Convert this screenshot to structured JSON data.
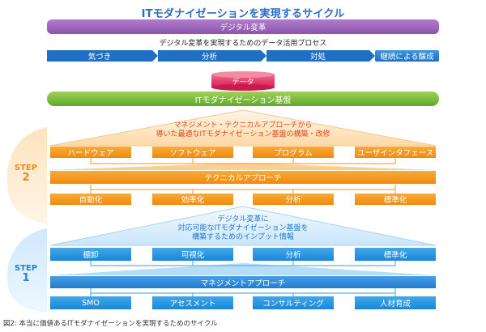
{
  "title": "ITモダナイゼーションを実現するサイクル",
  "top_band": "デジタル変革",
  "process_heading": "デジタル変革を実現するためのデータ活用プロセス",
  "process_steps": [
    "気づき",
    "分析",
    "対処",
    "継続による醸成"
  ],
  "data_label": "データ",
  "platform_label": "ITモダナイゼーション基盤",
  "step2": {
    "step_word": "STEP",
    "step_number": "2",
    "note_line1": "マネジメント・テクニカルアプローチから",
    "note_line2": "導いた最適なITモダナイゼーション基盤の構築・改修",
    "items_top": [
      "ハードウェア",
      "ソフトウェア",
      "プログラム",
      "ユーザインタフェース"
    ],
    "approach": "テクニカルアプローチ",
    "items_bottom": [
      "自動化",
      "効率化",
      "分析",
      "標準化"
    ]
  },
  "step1": {
    "step_word": "STEP",
    "step_number": "1",
    "note_line1": "デジタル変革に",
    "note_line2": "対応可能なITモダナイゼーション基盤を",
    "note_line3": "構築するためのインプット情報",
    "items_top": [
      "棚卸",
      "可視化",
      "分析",
      "標準化"
    ],
    "approach": "マネジメントアプローチ",
    "items_bottom": [
      "SMO",
      "アセスメント",
      "コンサルティング",
      "人材育成"
    ]
  },
  "caption": "図2: 本当に価値あるITモダナイゼーションを実現するためのサイクル",
  "colors": {
    "title_blue": "#2b6cc4",
    "purple": "#9b65bd",
    "process_blue": "#2a7fd0",
    "green": "#7cbf3f",
    "data_pink": "#e0306a",
    "step2_orange": "#f39a1e",
    "step1_blue": "#2394e0"
  }
}
